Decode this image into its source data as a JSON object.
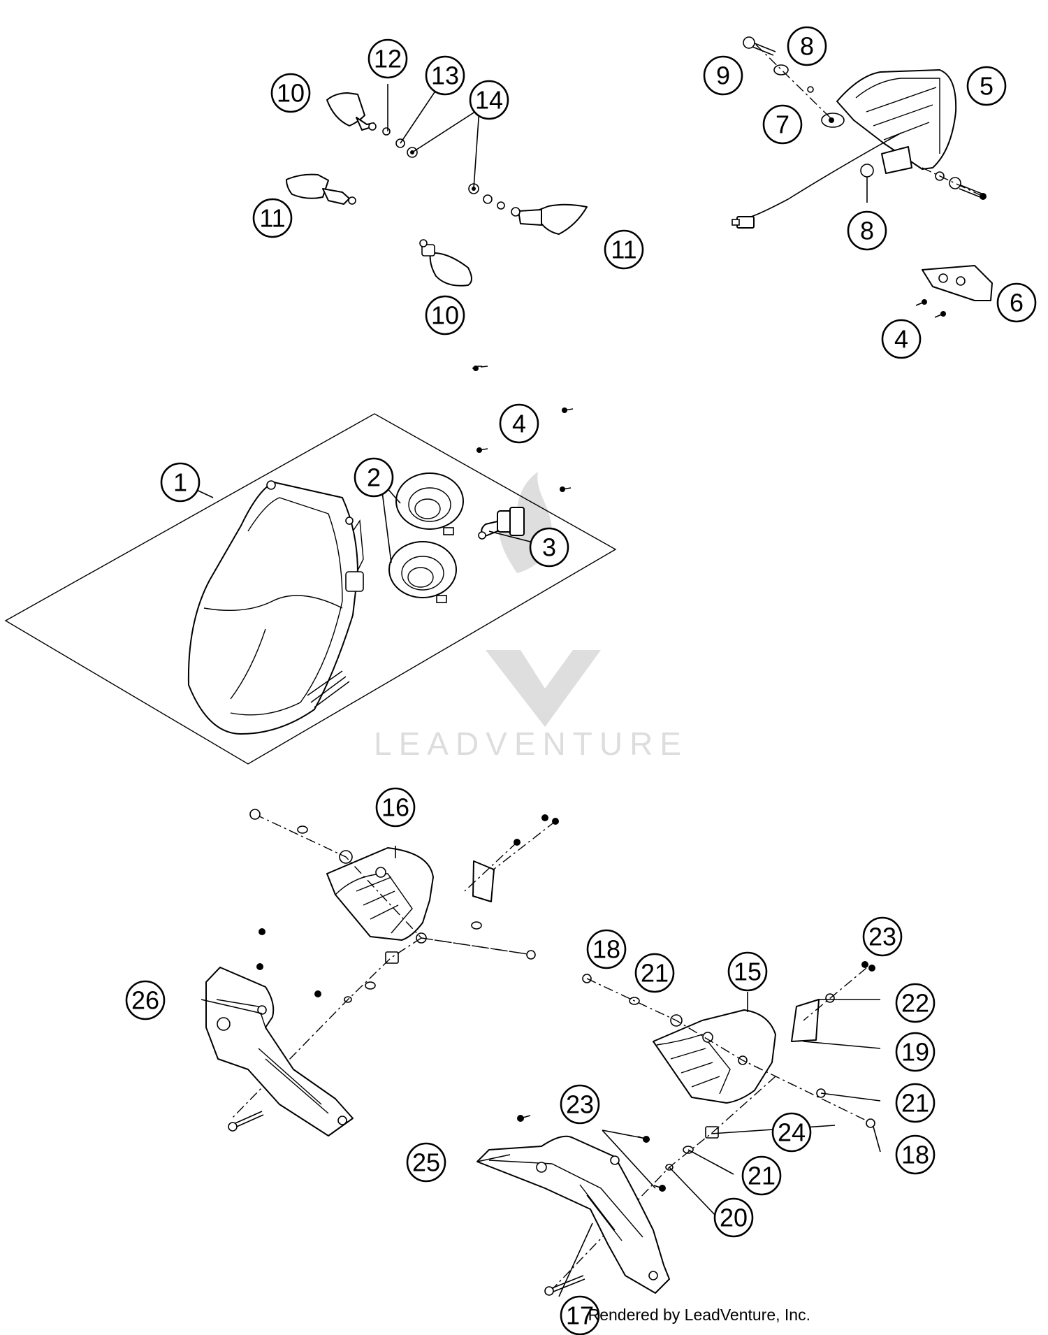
{
  "watermark": {
    "text": "LEADVENTURE"
  },
  "footer": {
    "text": "Rendered by LeadVenture, Inc."
  },
  "callouts": [
    {
      "id": "c1",
      "label": "1"
    },
    {
      "id": "c2",
      "label": "2"
    },
    {
      "id": "c3",
      "label": "3"
    },
    {
      "id": "c4a",
      "label": "4"
    },
    {
      "id": "c4b",
      "label": "4"
    },
    {
      "id": "c5",
      "label": "5"
    },
    {
      "id": "c6",
      "label": "6"
    },
    {
      "id": "c7",
      "label": "7"
    },
    {
      "id": "c8a",
      "label": "8"
    },
    {
      "id": "c8b",
      "label": "8"
    },
    {
      "id": "c9",
      "label": "9"
    },
    {
      "id": "c10a",
      "label": "10"
    },
    {
      "id": "c10b",
      "label": "10"
    },
    {
      "id": "c11a",
      "label": "11"
    },
    {
      "id": "c11b",
      "label": "11"
    },
    {
      "id": "c12",
      "label": "12"
    },
    {
      "id": "c13",
      "label": "13"
    },
    {
      "id": "c14",
      "label": "14"
    },
    {
      "id": "c15",
      "label": "15"
    },
    {
      "id": "c16",
      "label": "16"
    },
    {
      "id": "c17",
      "label": "17"
    },
    {
      "id": "c18a",
      "label": "18"
    },
    {
      "id": "c18b",
      "label": "18"
    },
    {
      "id": "c19",
      "label": "19"
    },
    {
      "id": "c20",
      "label": "20"
    },
    {
      "id": "c21a",
      "label": "21"
    },
    {
      "id": "c21b",
      "label": "21"
    },
    {
      "id": "c21c",
      "label": "21"
    },
    {
      "id": "c22",
      "label": "22"
    },
    {
      "id": "c23a",
      "label": "23"
    },
    {
      "id": "c23b",
      "label": "23"
    },
    {
      "id": "c24",
      "label": "24"
    },
    {
      "id": "c25",
      "label": "25"
    },
    {
      "id": "c26",
      "label": "26"
    }
  ]
}
